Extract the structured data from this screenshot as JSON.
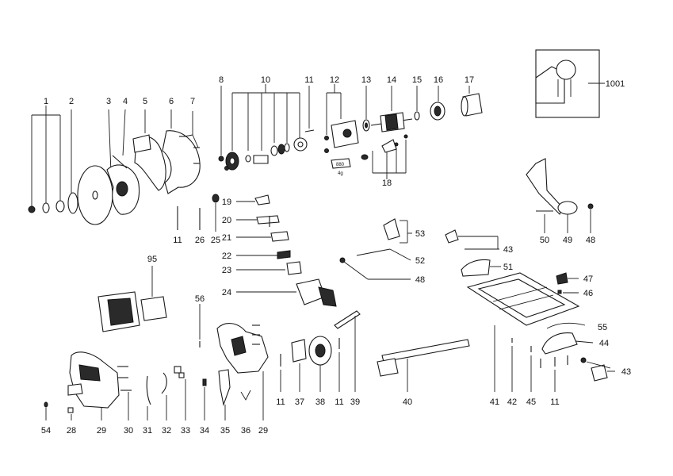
{
  "colors": {
    "line": "#1a1a1a",
    "background": "#ffffff",
    "dark_part": "#2a2a2a"
  },
  "callouts": {
    "c1": "1",
    "c2": "2",
    "c3": "3",
    "c4": "4",
    "c5": "5",
    "c6": "6",
    "c7": "7",
    "c8": "8",
    "c10": "10",
    "c11": "11",
    "c12": "12",
    "c13": "13",
    "c14": "14",
    "c15": "15",
    "c16": "16",
    "c17": "17",
    "c1001": "1001",
    "c18": "18",
    "c19": "19",
    "c20": "20",
    "c21": "21",
    "c22": "22",
    "c23": "23",
    "c24": "24",
    "c25": "25",
    "c26": "26",
    "c28": "28",
    "c29": "29",
    "c30": "30",
    "c31": "31",
    "c32": "32",
    "c33": "33",
    "c34": "34",
    "c35": "35",
    "c36": "36",
    "c37": "37",
    "c38": "38",
    "c39": "39",
    "c40": "40",
    "c41": "41",
    "c42": "42",
    "c43": "43",
    "c44": "44",
    "c45": "45",
    "c46": "46",
    "c47": "47",
    "c48": "48",
    "c49": "49",
    "c50": "50",
    "c51": "51",
    "c52": "52",
    "c53": "53",
    "c54": "54",
    "c55": "55",
    "c56": "56",
    "c95": "95"
  },
  "part_marks": {
    "grease_amount": "880",
    "grease_weight": "4g"
  }
}
